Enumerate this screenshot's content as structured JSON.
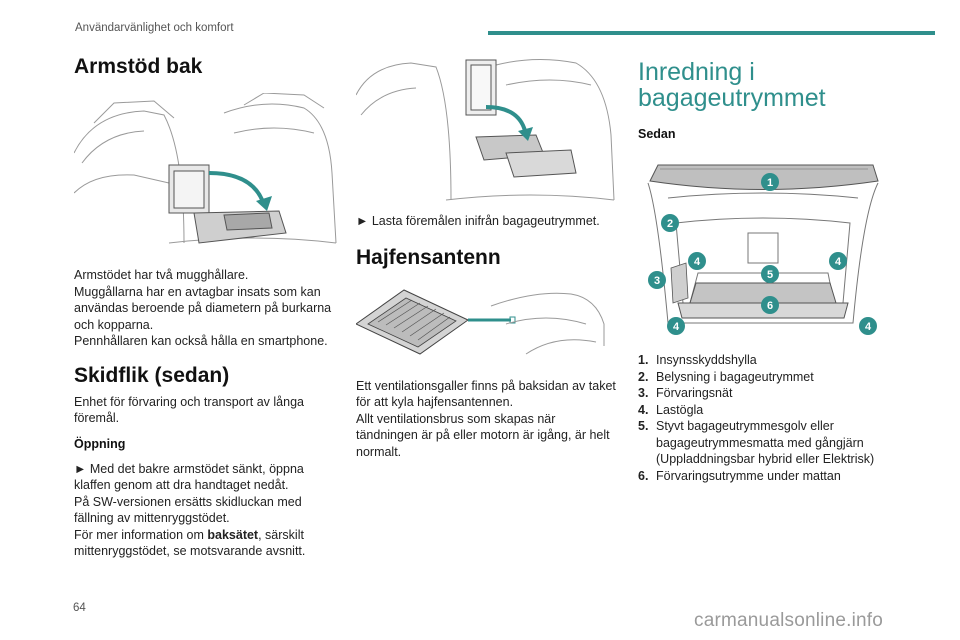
{
  "header": {
    "section_title": "Användarvänlighet och komfort",
    "bar_color": "#2f8f8c"
  },
  "col1": {
    "title": "Armstöd bak",
    "armrest_p": [
      "Armstödet har två mugghållare.",
      "Muggållarna har en avtagbar insats som kan användas beroende på diametern på burkarna och kopparna.",
      "Pennhållaren kan också hålla en smartphone."
    ],
    "ski_title": "Skidflik (sedan)",
    "ski_intro": "Enhet för förvaring och transport av långa föremål.",
    "opening_title": "Öppning",
    "opening_bullet": "► Med det bakre armstödet sänkt, öppna klaffen genom att dra handtaget nedåt.",
    "sw_text": "På SW-versionen ersätts skidluckan med fällning av mittenryggstödet.",
    "more_info_prefix": "För mer information om ",
    "more_info_bold": "baksätet",
    "more_info_suffix": ", särskilt mittenryggstödet, se motsvarande avsnitt."
  },
  "col2": {
    "load_bullet": "► Lasta föremålen inifrån bagageutrymmet.",
    "shark_title": "Hajfensantenn",
    "shark_p1": "Ett ventilationsgaller finns på baksidan av taket för att kyla hajfensantennen.",
    "shark_p2": "Allt ventilationsbrus som skapas när tändningen är på eller motorn är igång, är helt normalt."
  },
  "col3": {
    "title_line1": "Inredning i",
    "title_line2": "bagageutrymmet",
    "subtitle": "Sedan",
    "callouts": [
      "1",
      "2",
      "3",
      "4",
      "5",
      "6"
    ],
    "legend": [
      {
        "num": "1.",
        "text": "Insynsskyddshylla"
      },
      {
        "num": "2.",
        "text": "Belysning i bagageutrymmet"
      },
      {
        "num": "3.",
        "text": "Förvaringsnät"
      },
      {
        "num": "4.",
        "text": "Lastögla"
      },
      {
        "num": "5.",
        "text": "Styvt bagageutrymmesgolv eller bagageutrymmesmatta med gångjärn (Uppladdningsbar hybrid eller Elektrisk)"
      },
      {
        "num": "6.",
        "text": "Förvaringsutrymme under mattan"
      }
    ],
    "accent_color": "#2f8f8c"
  },
  "footer": {
    "page_number": "64",
    "watermark": "carmanualsonline.info"
  }
}
